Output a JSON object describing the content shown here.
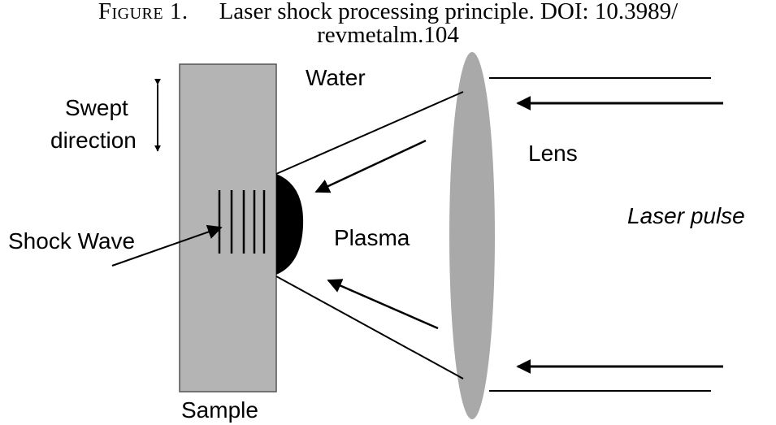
{
  "caption": {
    "figure_label": "Figure 1.",
    "text_line1": "Laser shock processing principle. DOI: 10.3989/",
    "text_line2": "revmetalm.104"
  },
  "labels": {
    "water": "Water",
    "swept_line1": "Swept",
    "swept_line2": "direction",
    "shock_wave": "Shock Wave",
    "plasma": "Plasma",
    "lens": "Lens",
    "laser_pulse": "Laser pulse",
    "sample": "Sample"
  },
  "colors": {
    "sample_fill": "#b4b4b4",
    "lens_fill": "#a9a9a9",
    "plasma_fill": "#000000",
    "line": "#000000"
  }
}
